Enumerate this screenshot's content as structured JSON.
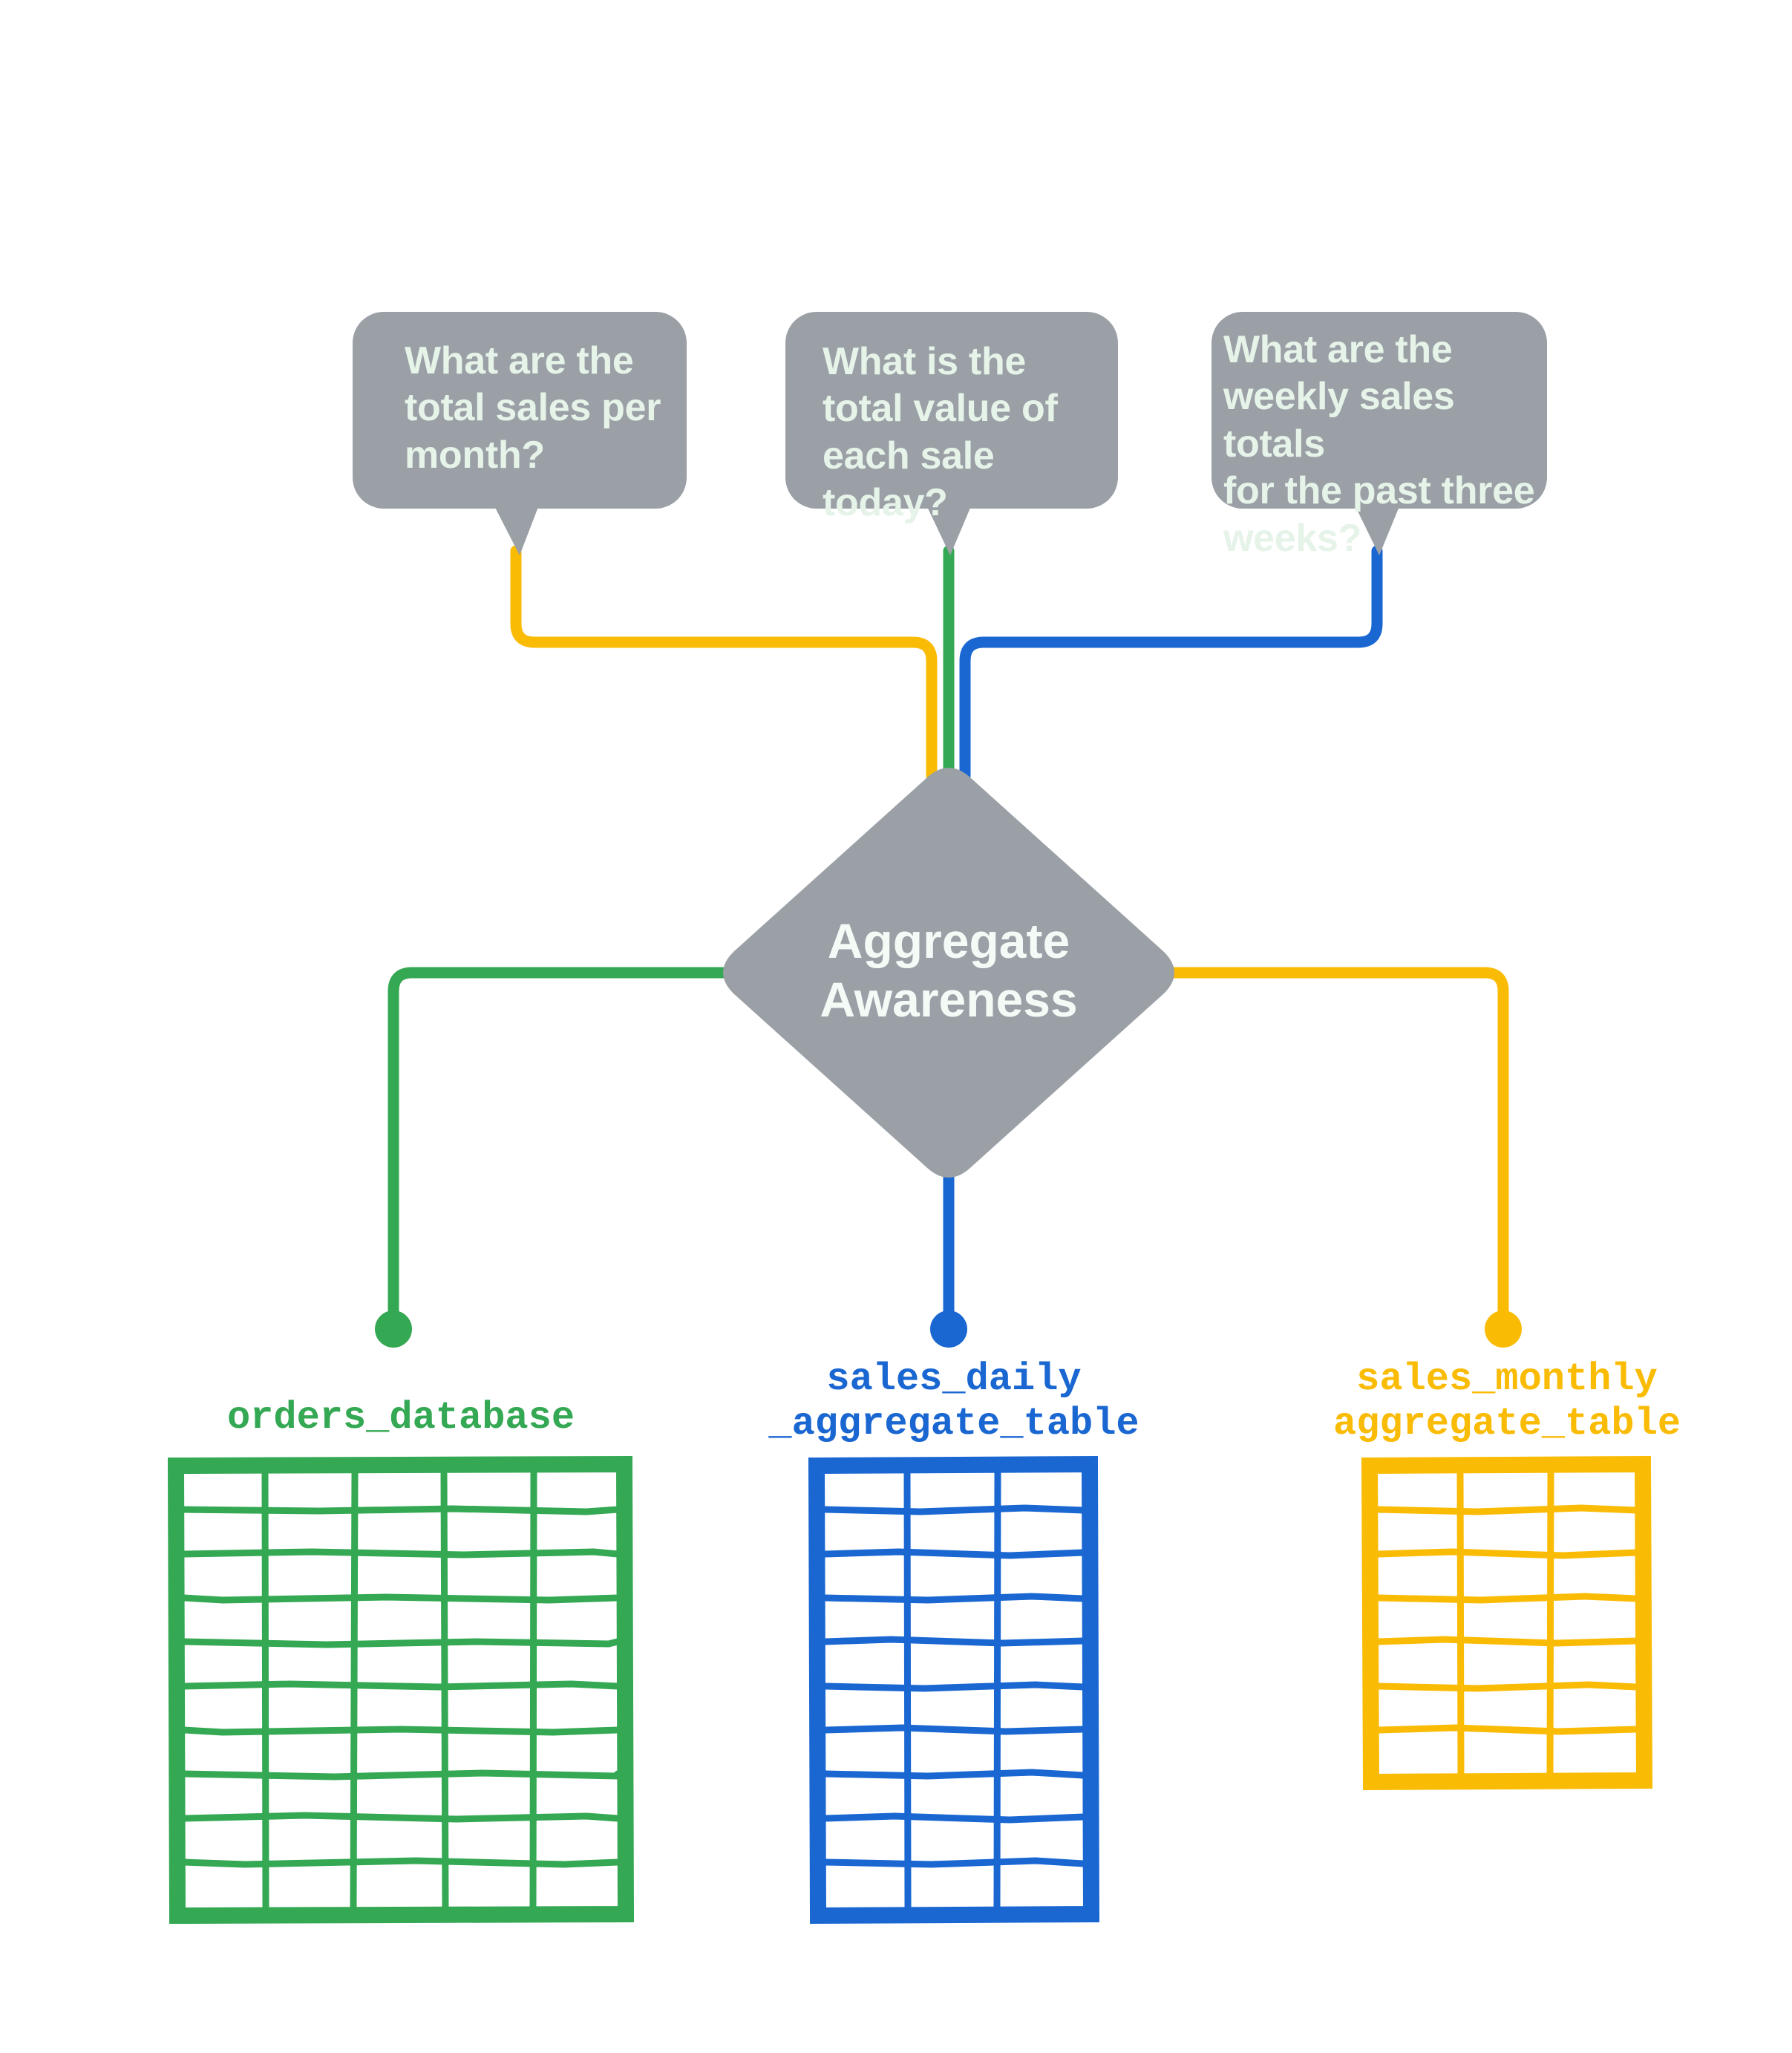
{
  "diagram": {
    "title": "Aggregate Awareness",
    "colors": {
      "gray": "#9AA0A6",
      "bubble_text": "#E6F3E9",
      "green": "#34A853",
      "blue": "#1A67D2",
      "yellow": "#FABB05",
      "background": "#FFFFFF"
    }
  },
  "questions": [
    {
      "id": "q-monthly",
      "text": "What are the\ntotal sales per\nmonth?",
      "connector_color": "#FABB05"
    },
    {
      "id": "q-daily",
      "text": "What is the\ntotal value of\neach sale today?",
      "connector_color": "#34A853"
    },
    {
      "id": "q-weekly",
      "text": "What are the\nweekly sales totals\nfor the past three\nweeks?",
      "connector_color": "#1A67D2"
    }
  ],
  "hub": {
    "label": "Aggregate\nAwareness",
    "shape": "diamond",
    "fill": "#9AA0A6"
  },
  "tables": [
    {
      "id": "orders-database",
      "label": "orders_database",
      "color": "#34A853",
      "columns": 5,
      "rows": 10
    },
    {
      "id": "sales-daily-aggregate-table",
      "label": "sales_daily\n_aggregate_table",
      "color": "#1A67D2",
      "columns": 3,
      "rows": 10
    },
    {
      "id": "sales-monthly-aggregate-table",
      "label": "sales_monthly\naggregate_table",
      "color": "#FABB05",
      "columns": 3,
      "rows": 7
    }
  ]
}
